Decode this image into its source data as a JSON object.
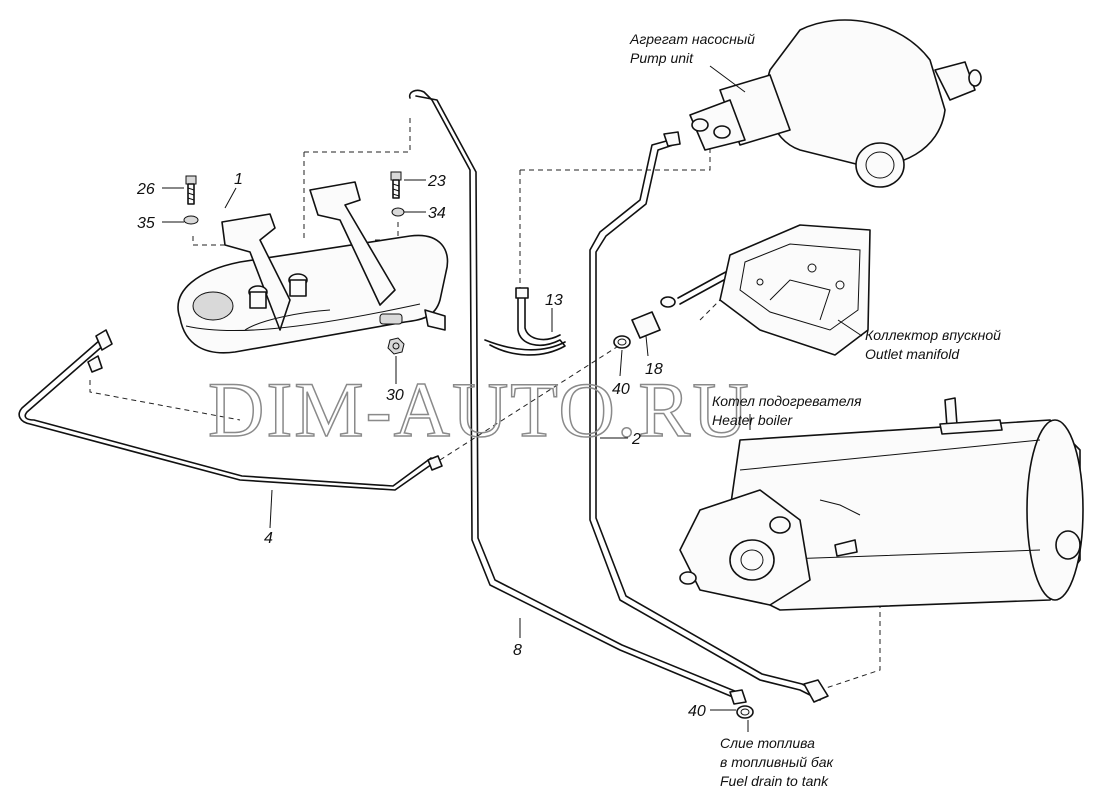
{
  "watermark": "DIM-AUTO.RU",
  "parts": {
    "p1": "1",
    "p2": "2",
    "p4": "4",
    "p8": "8",
    "p13": "13",
    "p18": "18",
    "p23": "23",
    "p26": "26",
    "p30": "30",
    "p34": "34",
    "p35": "35",
    "p40a": "40",
    "p40b": "40"
  },
  "captions": {
    "pump_ru": "Агрегат насосный",
    "pump_en": "Pump unit",
    "manifold_ru": "Коллектор впускной",
    "manifold_en": "Outlet manifold",
    "boiler_ru": "Котел подогревателя",
    "boiler_en": "Heater boiler",
    "drain_ru1": "Слие топлива",
    "drain_ru2": "в топливный бак",
    "drain_en": "Fuel drain to tank"
  }
}
